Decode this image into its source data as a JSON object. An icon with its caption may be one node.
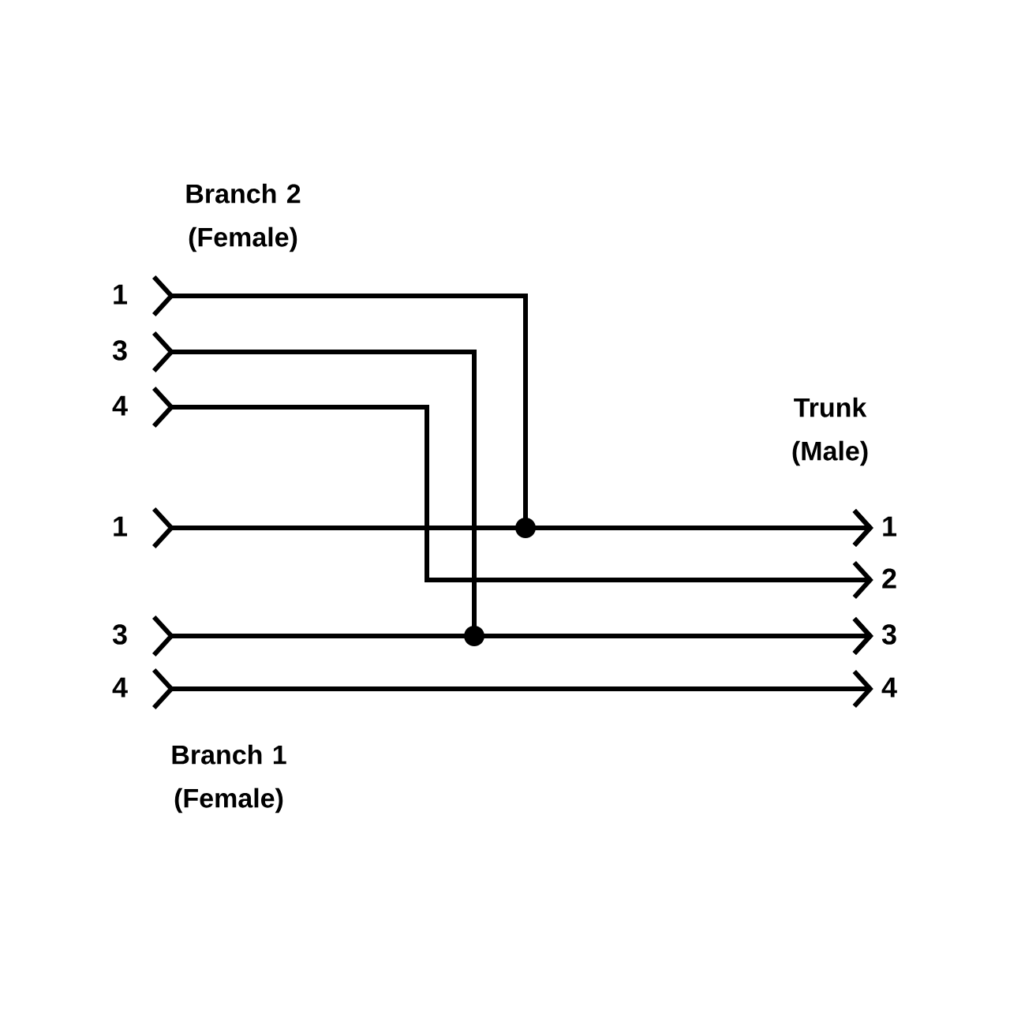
{
  "diagram": {
    "nodes": [
      {
        "text": [
          "1"
        ]
      },
      {
        "text": [
          "3"
        ]
      },
      {
        "text": [
          "4"
        ]
      },
      {
        "text": [
          "1"
        ]
      },
      {
        "text": [
          "3"
        ]
      },
      {
        "text": [
          "4"
        ]
      },
      {
        "text": [
          "1"
        ]
      },
      {
        "text": [
          "2"
        ]
      },
      {
        "text": [
          "3"
        ]
      },
      {
        "text": [
          "4"
        ]
      }
    ],
    "edges": [
      {
        "from": 0,
        "to": 6,
        "arrow": "to"
      },
      {
        "from": 1,
        "to": 8,
        "arrow": "to"
      },
      {
        "from": 2,
        "to": 7,
        "arrow": "to"
      },
      {
        "from": 3,
        "to": 6,
        "arrow": "to"
      },
      {
        "from": 4,
        "to": 8,
        "arrow": "to"
      },
      {
        "from": 5,
        "to": 9,
        "arrow": "to"
      }
    ],
    "labels": [
      "Branch 2 (Female)",
      "Trunk (Male)",
      "Branch 1 (Female)"
    ]
  }
}
